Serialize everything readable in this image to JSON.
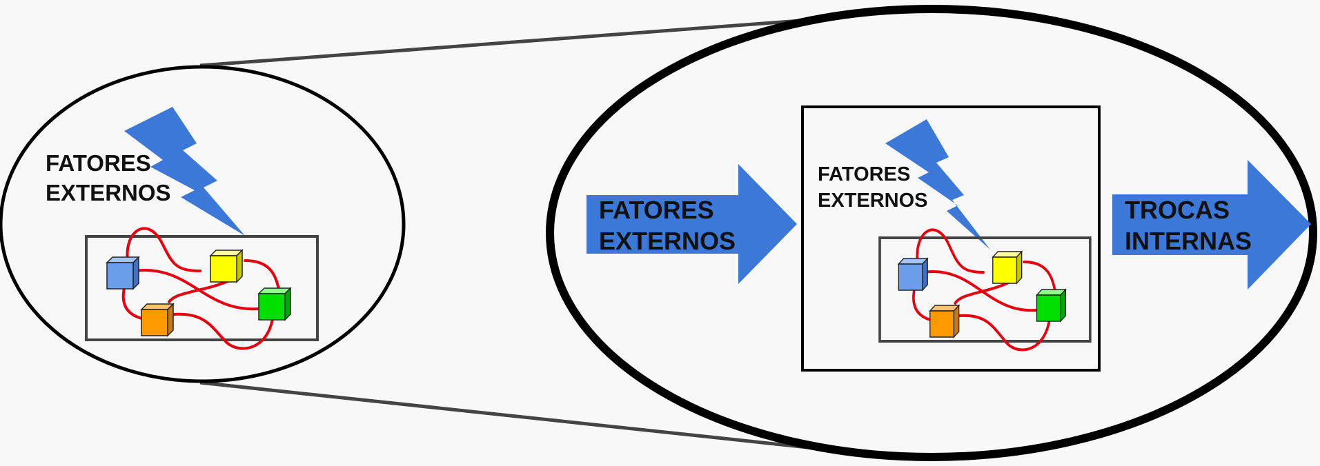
{
  "colors": {
    "background": "#f8f8f8",
    "arrow_blue": "#3b78d8",
    "lightning_blue": "#3b78d8",
    "wire_red": "#e8000f",
    "frame_dark": "#444444",
    "cube_blue": "#6d9eeb",
    "cube_yellow": "#ffff00",
    "cube_green": "#00e000",
    "cube_orange": "#ff9900"
  },
  "left_panel": {
    "label_line1": "FATORES",
    "label_line2": "EXTERNOS"
  },
  "right_panel": {
    "input_arrow_line1": "FATORES",
    "input_arrow_line2": "EXTERNOS",
    "inner_label_line1": "FATORES",
    "inner_label_line2": "EXTERNOS",
    "output_arrow_line1": "TROCAS",
    "output_arrow_line2": "INTERNAS"
  },
  "icons": {
    "lightning": "lightning-bolt-icon",
    "cube": "cube-icon"
  }
}
